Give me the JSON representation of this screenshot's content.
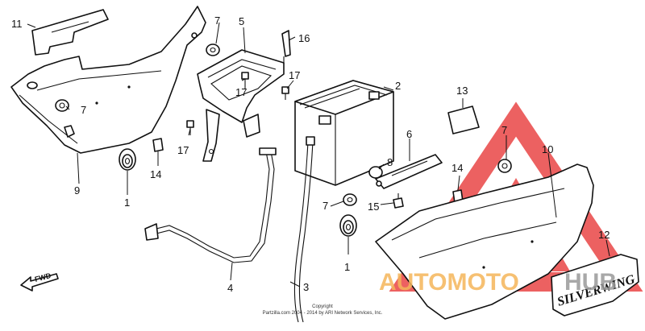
{
  "diagram": {
    "callouts": {
      "c1a": "1",
      "c1b": "1",
      "c2": "2",
      "c3": "3",
      "c4": "4",
      "c5": "5",
      "c6": "6",
      "c7a": "7",
      "c7b": "7",
      "c7c": "7",
      "c7d": "7",
      "c8": "8",
      "c9": "9",
      "c10": "10",
      "c11": "11",
      "c12": "12",
      "c13": "13",
      "c14a": "14",
      "c14b": "14",
      "c15": "15",
      "c16": "16",
      "c17a": "17",
      "c17b": "17",
      "c17c": "17"
    },
    "fwd_label": "FWD",
    "copyright_line1": "Copyright",
    "copyright_line2": "Partzilla.com 2004 - 2014 by ARI Network Services, Inc.",
    "emblem_text": "SILVERWING"
  },
  "watermark": {
    "text_a": "AUTOMOTO",
    "text_b": "HUB",
    "color_a": "#f5b65a",
    "color_b": "#9a9a9a",
    "triangle_color": "#e83a3a"
  }
}
